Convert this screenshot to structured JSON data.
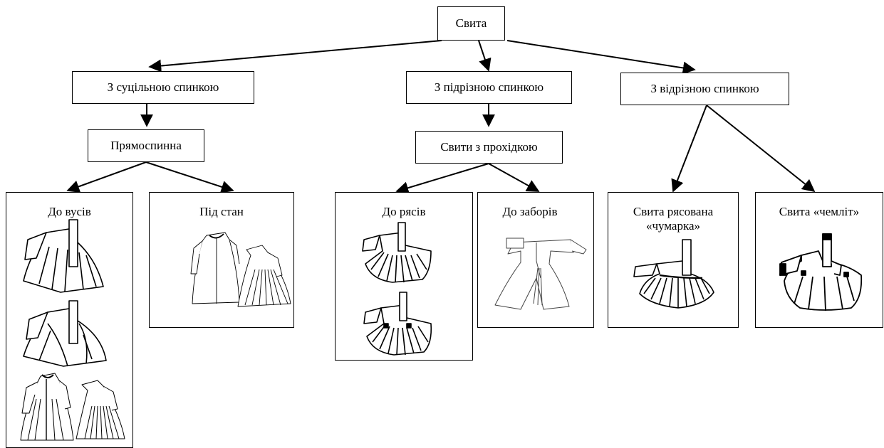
{
  "root": {
    "label": "Свита"
  },
  "level1": {
    "solid_back": {
      "label": "З суцільною спинкою"
    },
    "cut_back": {
      "label": "З підрізною спинкою"
    },
    "detached_back": {
      "label": "З відрізною спинкою"
    }
  },
  "level2": {
    "straight_back": {
      "label": "Прямоспинна"
    },
    "with_passage": {
      "label": "Свити з прохідкою"
    }
  },
  "panels": {
    "do_vusiv": {
      "title": "До вусів"
    },
    "pid_stan": {
      "title": "Під стан"
    },
    "do_ryasiv": {
      "title": "До рясів"
    },
    "do_zaboriv": {
      "title": "До заборів"
    },
    "chumarka": {
      "title_line1": "Свита рясована",
      "title_line2": "«чумарка»"
    },
    "chemlit": {
      "title": "Свита «чемліт»"
    }
  }
}
